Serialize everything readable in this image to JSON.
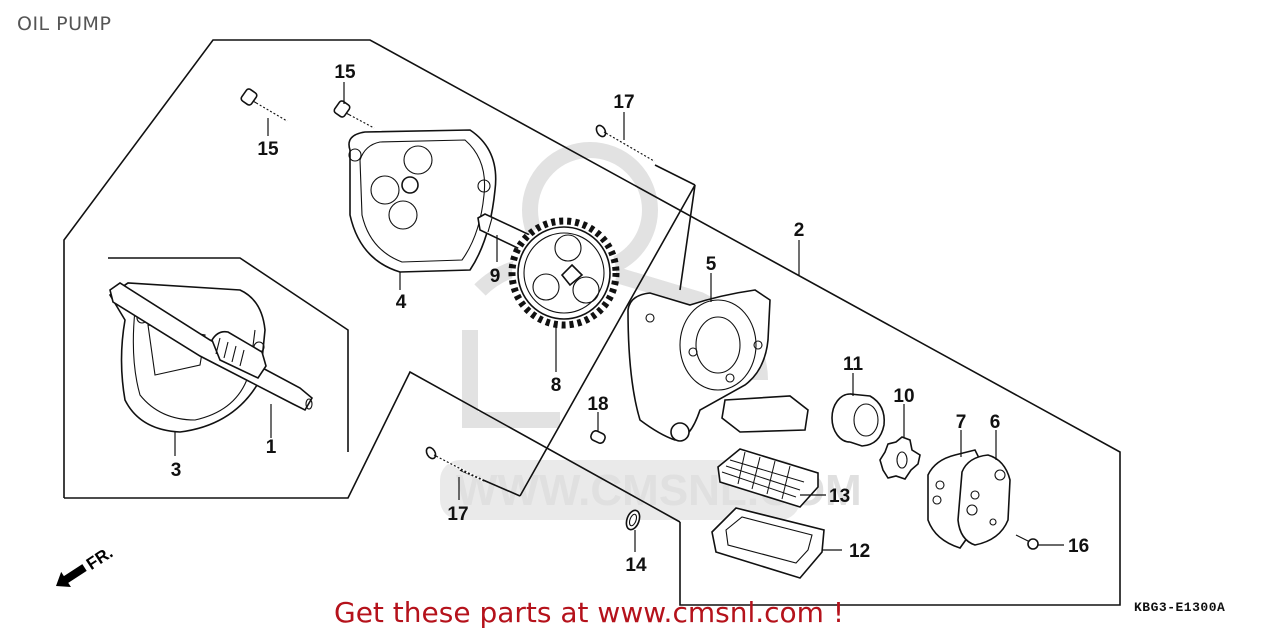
{
  "page": {
    "title": "OIL PUMP",
    "ref_code": "KBG3-E1300A",
    "promo_text": "Get these parts at www.cmsnl.com !",
    "promo_color": "#b5121b",
    "direction_label": "FR.",
    "watermark_text": "WWW.CMSNL.COM"
  },
  "callouts": [
    {
      "id": "1",
      "label": "1"
    },
    {
      "id": "2",
      "label": "2"
    },
    {
      "id": "3",
      "label": "3"
    },
    {
      "id": "4",
      "label": "4"
    },
    {
      "id": "5",
      "label": "5"
    },
    {
      "id": "6",
      "label": "6"
    },
    {
      "id": "7",
      "label": "7"
    },
    {
      "id": "8",
      "label": "8"
    },
    {
      "id": "9",
      "label": "9"
    },
    {
      "id": "10",
      "label": "10"
    },
    {
      "id": "11",
      "label": "11"
    },
    {
      "id": "12",
      "label": "12"
    },
    {
      "id": "13",
      "label": "13"
    },
    {
      "id": "14",
      "label": "14"
    },
    {
      "id": "15a",
      "label": "15"
    },
    {
      "id": "15b",
      "label": "15"
    },
    {
      "id": "16",
      "label": "16"
    },
    {
      "id": "17a",
      "label": "17"
    },
    {
      "id": "17b",
      "label": "17"
    },
    {
      "id": "18",
      "label": "18"
    }
  ],
  "icons": {
    "direction": "front-arrow-icon"
  }
}
